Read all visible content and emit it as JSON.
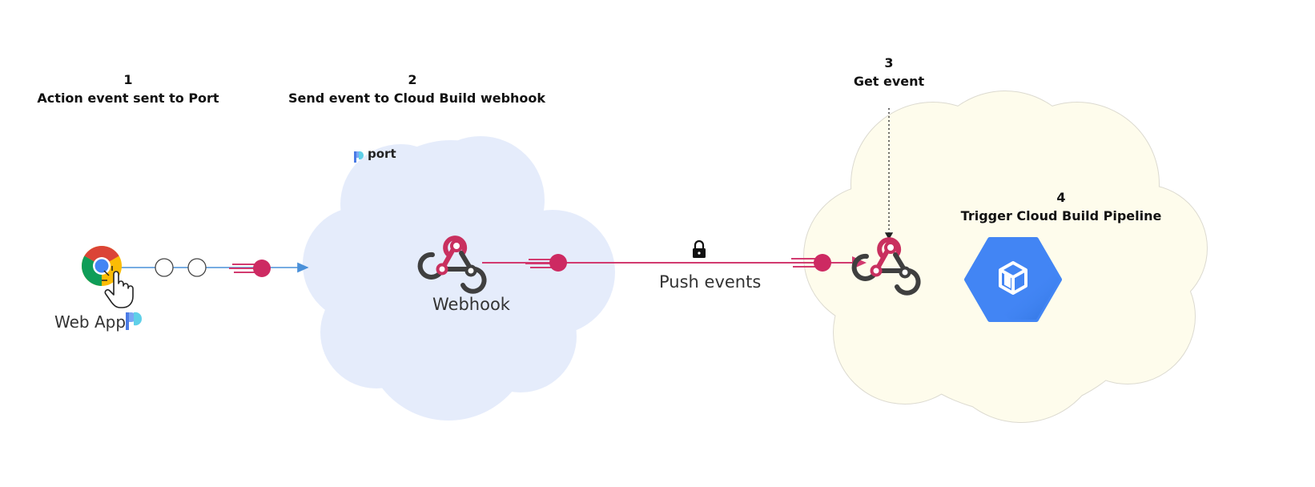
{
  "steps": [
    {
      "number": "1",
      "title": "Action event sent to Port"
    },
    {
      "number": "2",
      "title": "Send event to Cloud Build webhook"
    },
    {
      "number": "3",
      "title": "Get event"
    },
    {
      "number": "4",
      "title": "Trigger Cloud Build Pipeline"
    }
  ],
  "nodes": {
    "web_app": "Web App",
    "webhook": "Webhook",
    "port_brand": "port"
  },
  "edges": {
    "push_events": "Push events"
  },
  "colors": {
    "port_cloud": "#e5ecfb",
    "gcp_cloud": "#fefcec",
    "event_dot": "#cd2a62",
    "event_line": "#d23a6f",
    "browser_line": "#4a90d9",
    "webhook_pink": "#c9305f",
    "webhook_gray": "#3f3f3f",
    "cloud_build_blue": "#4285f4"
  },
  "icons": [
    "chrome-icon",
    "hand-cursor-icon",
    "port-logo-icon",
    "webhook-icon",
    "lock-icon",
    "cloud-build-icon"
  ]
}
